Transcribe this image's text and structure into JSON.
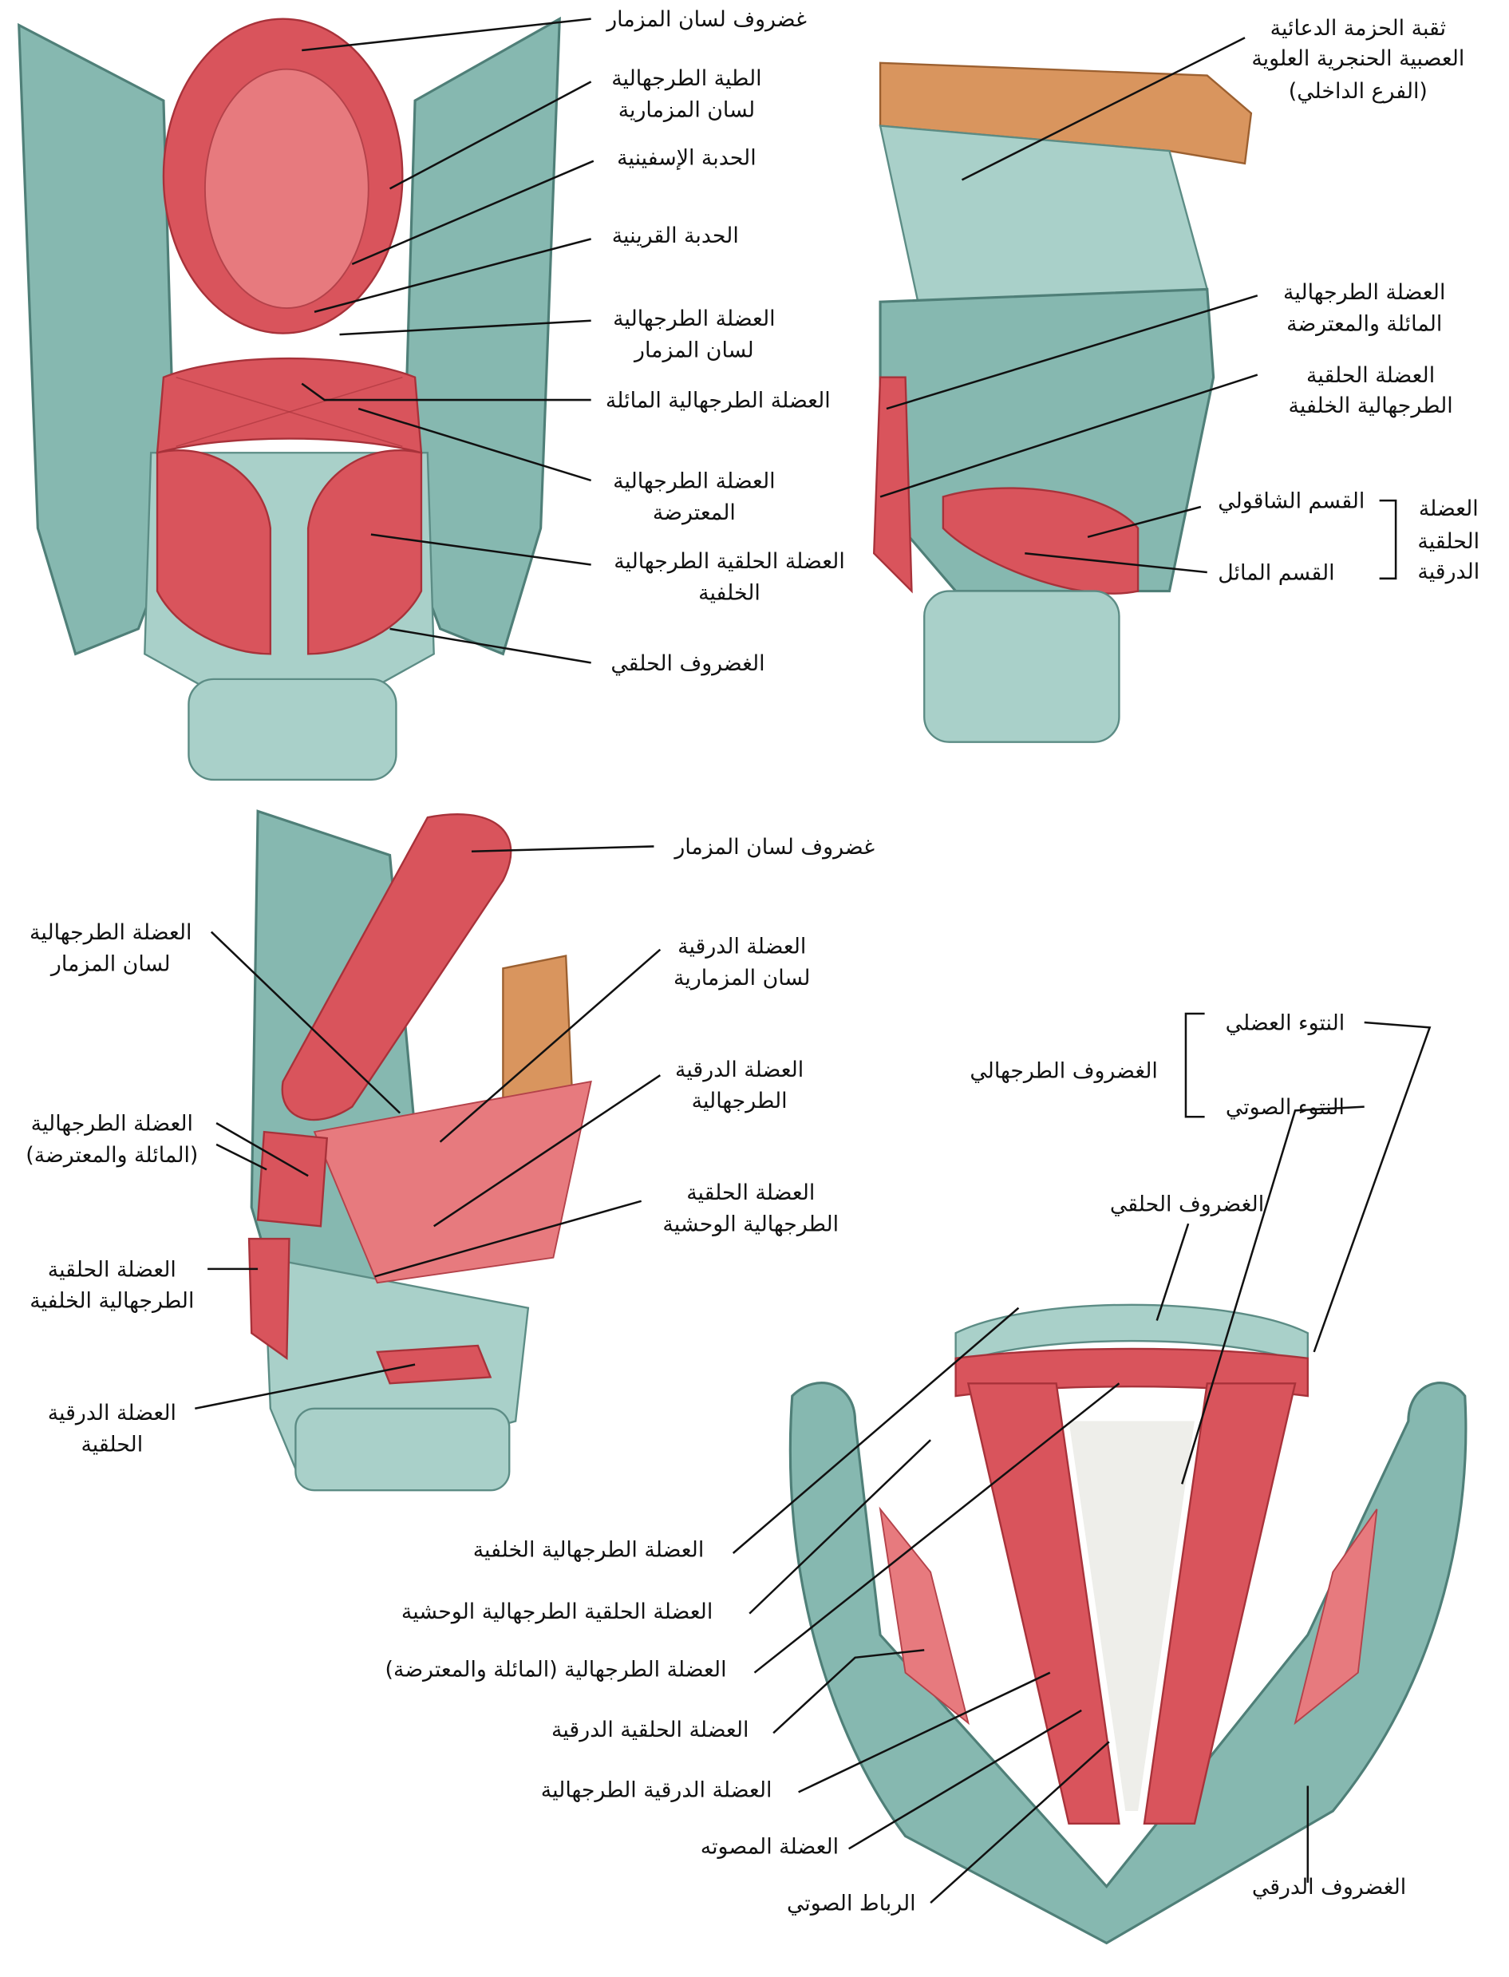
{
  "figure_posterior_view": {
    "labels": {
      "epiglottic_cartilage": "غضروف لسان المزمار",
      "aryepiglottic_fold_1": "الطية الطرجهالية",
      "aryepiglottic_fold_2": "لسان المزمارية",
      "cuneiform_tubercle": "الحدبة الإسفينية",
      "corniculate_tubercle": "الحدبة القرينية",
      "aryepiglottic_muscle_1": "العضلة الطرجهالية",
      "aryepiglottic_muscle_2": "لسان المزمار",
      "oblique_arytenoid": "العضلة الطرجهالية المائلة",
      "transverse_arytenoid_1": "العضلة الطرجهالية",
      "transverse_arytenoid_2": "المعترضة",
      "posterior_cricoarytenoid_1": "العضلة الحلقية الطرجهالية",
      "posterior_cricoarytenoid_2": "الخلفية",
      "cricoid_cartilage": "الغضروف الحلقي"
    }
  },
  "figure_lateral_view": {
    "labels": {
      "foramen_1": "ثقبة الحزمة الدعائية",
      "foramen_2": "العصبية الحنجرية العلوية",
      "foramen_3": "(الفرع الداخلي)",
      "arytenoid_oblique_transverse_1": "العضلة الطرجهالية",
      "arytenoid_oblique_transverse_2": "المائلة والمعترضة",
      "posterior_cricoarytenoid_1": "العضلة الحلقية",
      "posterior_cricoarytenoid_2": "الطرجهالية الخلفية",
      "straight_part": "القسم الشاقولي",
      "oblique_part": "القسم المائل",
      "cricothyroid_1": "العضلة",
      "cricothyroid_2": "الحلقية",
      "cricothyroid_3": "الدرقية"
    }
  },
  "figure_lateral_dissected": {
    "labels": {
      "epiglottic_cartilage": "غضروف لسان المزمار",
      "aryepiglottic_1": "العضلة الطرجهالية",
      "aryepiglottic_2": "لسان المزمار",
      "thyroepiglottic_1": "العضلة الدرقية",
      "thyroepiglottic_2": "لسان المزمارية",
      "thyroarytenoid_1": "العضلة الدرقية",
      "thyroarytenoid_2": "الطرجهالية",
      "arytenoid_1": "العضلة الطرجهالية",
      "arytenoid_2": "(المائلة والمعترضة)",
      "lateral_cricoarytenoid_1": "العضلة الحلقية",
      "lateral_cricoarytenoid_2": "الطرجهالية الوحشية",
      "posterior_cricoarytenoid_1": "العضلة الحلقية",
      "posterior_cricoarytenoid_2": "الطرجهالية الخلفية",
      "cricothyroid_1": "العضلة الدرقية",
      "cricothyroid_2": "الحلقية"
    }
  },
  "figure_superior_view": {
    "labels": {
      "muscular_process": "النتوء العضلي",
      "arytenoid_cartilage": "الغضروف الطرجهالي",
      "vocal_process": "النتوء الصوتي",
      "cricoid_cartilage": "الغضروف الحلقي",
      "posterior_arytenoid": "العضلة الطرجهالية الخلفية",
      "lateral_cricoarytenoid": "العضلة الحلقية الطرجهالية الوحشية",
      "arytenoid_oblique_transverse": "العضلة الطرجهالية (المائلة والمعترضة)",
      "cricothyroid": "العضلة الحلقية الدرقية",
      "thyroarytenoid": "العضلة الدرقية الطرجهالية",
      "vocalis": "العضلة المصوته",
      "vocal_ligament": "الرباط الصوتي",
      "thyroid_cartilage": "الغضروف الدرقي"
    }
  },
  "colors": {
    "cartilage": "#86b8b0",
    "muscle": "#d9545c",
    "bone": "#d9955e"
  }
}
